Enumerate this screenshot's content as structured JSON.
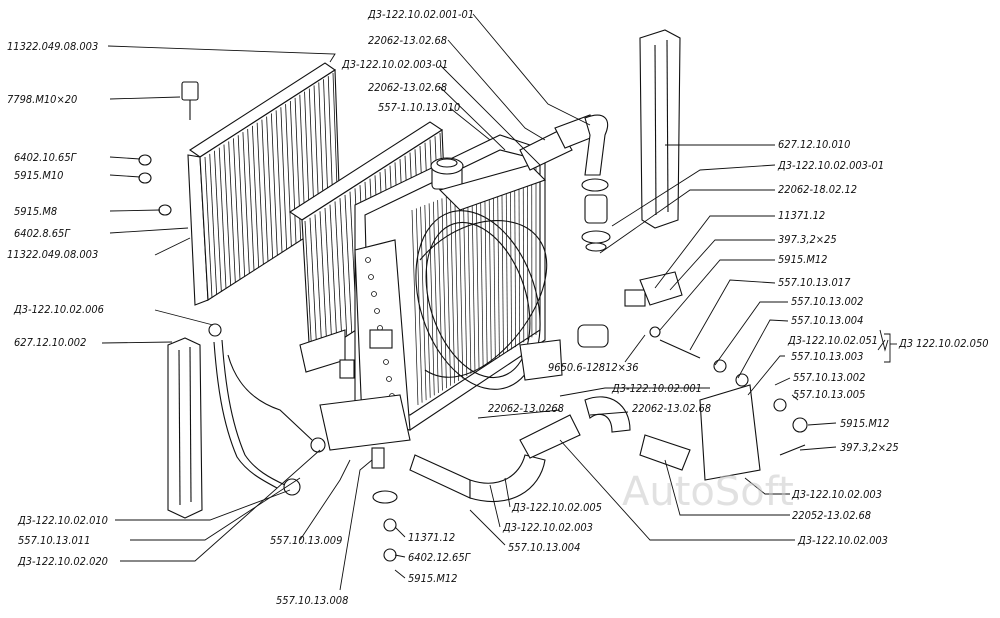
{
  "watermark": "AutoSoft",
  "labels": {
    "l01": "Д3-122.10.02.001-01",
    "l02": "22062-13.02.68",
    "l03": "Д3-122.10.02.003-01",
    "l04": "22062-13.02.68",
    "l05": "557-1.10.13.010",
    "l06": "11322.049.08.003",
    "l07": "7798.M10×20",
    "l08": "6402.10.65Г",
    "l09": "5915.M10",
    "l10": "5915.M8",
    "l11": "6402.8.65Г",
    "l12": "11322.049.08.003",
    "l13": "Д3-122.10.02.006",
    "l14": "627.12.10.002",
    "l15": "627.12.10.010",
    "l16": "Д3-122.10.02.003-01",
    "l17": "22062-18.02.12",
    "l18": "11371.12",
    "l19": "397.3,2×25",
    "l20": "5915.M12",
    "l21": "557.10.13.017",
    "l22": "557.10.13.002",
    "l23": "557.10.13.004",
    "l24": "Д3-122.10.02.051",
    "l25": "Д3 122.10.02.050",
    "l26": "557.10.13.003",
    "l27": "9650.6-12812×36",
    "l28": "Д3-122.10.02.001",
    "l29": "22062-13.0268",
    "l30": "22062-13.02.68",
    "l31": "557.10.13.002",
    "l32": "557.10.13.005",
    "l33": "5915.M12",
    "l34": "397.3,2×25",
    "l35": "Д3-122.10.02.003",
    "l36": "22052-13.02.68",
    "l37": "Д3-122.10.02.005",
    "l38": "Д3-122.10.02.003",
    "l39": "Д3-122.10.02.010",
    "l40": "557.10.13.011",
    "l41": "Д3-122.10.02.020",
    "l42": "557.10.13.009",
    "l43": "11371.12",
    "l44": "6402.12.65Г",
    "l45": "557.10.13.004",
    "l46": "5915.M12",
    "l47": "557.10.13.008",
    "l48": "Д3-122.10.02.003"
  }
}
